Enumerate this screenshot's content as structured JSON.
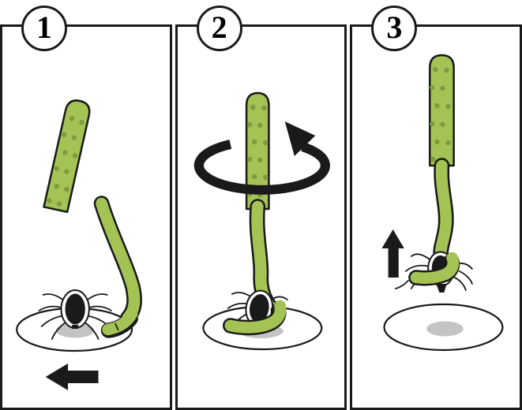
{
  "figure": {
    "panels": [
      {
        "number": "1",
        "icons": [
          "tick-tool-icon",
          "tick-icon",
          "skin-bump-icon",
          "arrow-left-icon"
        ]
      },
      {
        "number": "2",
        "icons": [
          "tick-tool-icon",
          "tick-icon",
          "skin-bump-icon",
          "rotate-arrow-icon"
        ]
      },
      {
        "number": "3",
        "icons": [
          "tick-tool-icon",
          "tick-icon",
          "skin-bump-icon",
          "arrow-up-icon"
        ]
      }
    ]
  },
  "colors": {
    "tool_green": "#a3c355",
    "tool_dot_green": "#7d9c41",
    "outline_black": "#1a1a1a",
    "skin_shadow_gray": "#c4c4c4",
    "background": "#ffffff"
  }
}
